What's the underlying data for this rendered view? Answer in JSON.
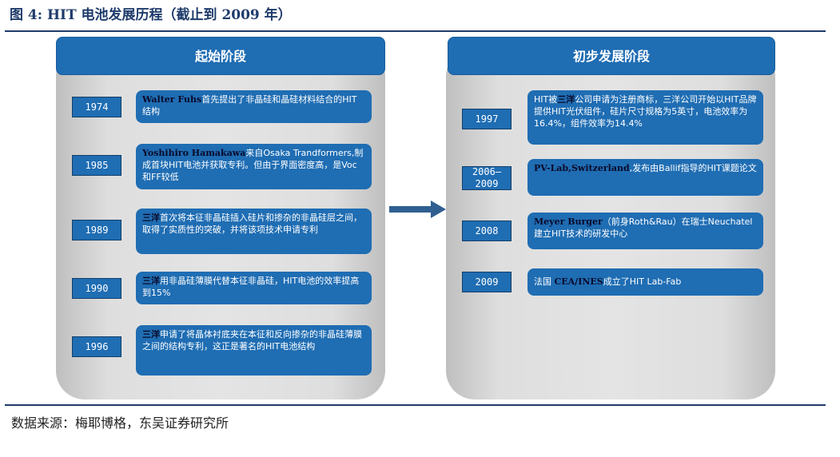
{
  "title": "图 4:  HIT 电池发展历程（截止到 2009 年）",
  "source": "数据来源：梅耶博格，东吴证券研究所",
  "colors": {
    "accent": "#1f6db3",
    "rule": "#1f3b6b",
    "panel": "#e4e4e4",
    "highlight_text": "#0a0a2a"
  },
  "arrow_icon": "right-arrow-icon",
  "phases": [
    {
      "title": "起始阶段",
      "events": [
        {
          "year": "1974",
          "highlight": "Walter Fuhs",
          "text": "首先提出了非晶硅和晶硅材料结合的HIT结构"
        },
        {
          "year": "1985",
          "highlight": "Yoshihiro Hamakawa",
          "text": "来自Osaka Trandformers,制成首块HIT电池并获取专利。但由于界面密度高，是Voc和FF较低"
        },
        {
          "year": "1989",
          "highlight": "三洋",
          "text": "首次将本征非晶硅插入硅片和掺杂的非晶硅层之间，取得了实质性的突破，并将该项技术申请专利"
        },
        {
          "year": "1990",
          "highlight": "三洋",
          "text": "用非晶硅薄膜代替本征非晶硅，HIT电池的效率提高到15%"
        },
        {
          "year": "1996",
          "highlight": "三洋",
          "text": "申请了将晶体衬底夹在本征和反向掺杂的非晶硅薄膜之间的结构专利，这正是著名的HIT电池结构"
        }
      ]
    },
    {
      "title": "初步发展阶段",
      "events": [
        {
          "year": "1997",
          "text_before": "HIT被",
          "highlight": "三洋",
          "text": "公司申请为注册商标，三洋公司开始以HIT品牌提供HIT光伏组件，硅片尺寸规格为5英寸，电池效率为16.4%，组件效率为14.4%"
        },
        {
          "year": "2006–2009",
          "highlight": "PV-Lab,Switzerland",
          "text": ",发布由Ballif指导的HIT课题论文"
        },
        {
          "year": "2008",
          "highlight": "Meyer Burger",
          "text": "（前身Roth&Rau）在瑞士Neuchatel建立HIT技术的研发中心"
        },
        {
          "year": "2009",
          "text_before": "法国 ",
          "highlight": "CEA/INES",
          "text": "成立了HIT Lab-Fab"
        }
      ]
    }
  ]
}
